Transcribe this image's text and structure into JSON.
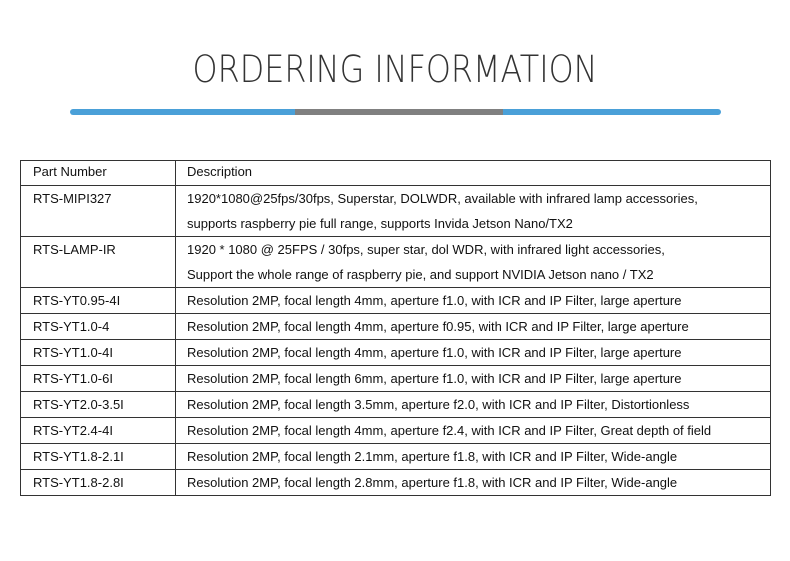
{
  "title": "ORDERING INFORMATION",
  "colors": {
    "accent": "#4aa0d8",
    "divider_mid": "#808080"
  },
  "table": {
    "headers": [
      "Part Number",
      "Description"
    ],
    "rows": [
      {
        "part": "RTS-MIPI327",
        "desc": [
          "1920*1080@25fps/30fps, Superstar, DOLWDR, available with infrared lamp accessories,",
          "supports raspberry pie full range, supports Invida Jetson Nano/TX2"
        ]
      },
      {
        "part": "RTS-LAMP-IR",
        "desc": [
          "1920 * 1080 @ 25FPS / 30fps, super star, dol WDR, with infrared light accessories,",
          "Support the whole range of raspberry pie, and support NVIDIA Jetson nano / TX2"
        ]
      },
      {
        "part": "RTS-YT0.95-4I",
        "desc": [
          "Resolution 2MP, focal length 4mm, aperture f1.0, with ICR and IP Filter, large aperture"
        ]
      },
      {
        "part": "RTS-YT1.0-4",
        "desc": [
          "Resolution 2MP, focal length 4mm, aperture f0.95, with ICR and IP Filter, large aperture"
        ]
      },
      {
        "part": "RTS-YT1.0-4I",
        "desc": [
          "Resolution 2MP, focal length 4mm, aperture f1.0, with ICR and IP Filter, large aperture"
        ]
      },
      {
        "part": "RTS-YT1.0-6I",
        "desc": [
          "Resolution 2MP, focal length 6mm, aperture f1.0, with ICR and IP Filter, large aperture"
        ]
      },
      {
        "part": "RTS-YT2.0-3.5I",
        "desc": [
          "Resolution 2MP, focal length 3.5mm, aperture f2.0, with ICR and IP Filter, Distortionless"
        ]
      },
      {
        "part": "RTS-YT2.4-4I",
        "desc": [
          "Resolution 2MP, focal length 4mm, aperture f2.4, with ICR and IP Filter, Great depth of field"
        ]
      },
      {
        "part": "RTS-YT1.8-2.1I",
        "desc": [
          "Resolution 2MP, focal length 2.1mm, aperture f1.8, with ICR and IP Filter, Wide-angle"
        ]
      },
      {
        "part": "RTS-YT1.8-2.8I",
        "desc": [
          "Resolution 2MP, focal length 2.8mm, aperture f1.8, with ICR and IP Filter, Wide-angle"
        ]
      }
    ]
  }
}
